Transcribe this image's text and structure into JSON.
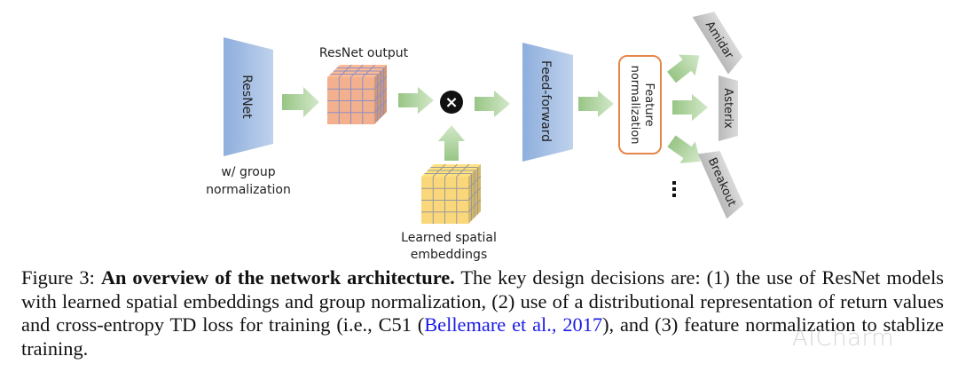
{
  "diagram": {
    "resnet_block": {
      "label": "ResNet",
      "sublabel_line1": "w/ group",
      "sublabel_line2": "normalization"
    },
    "resnet_output": {
      "label": "ResNet output"
    },
    "multiply_op": {
      "symbol": "×"
    },
    "spatial_embeddings": {
      "label_line1": "Learned spatial",
      "label_line2": "embeddings"
    },
    "feedforward_block": {
      "label": "Feed-forward"
    },
    "feature_norm": {
      "label_line1": "Feature",
      "label_line2": "normalization"
    },
    "heads": [
      {
        "label": "Amidar"
      },
      {
        "label": "Asterix"
      },
      {
        "label": "Breakout"
      }
    ],
    "ellipsis": "⋮",
    "colors": {
      "block_blue_dark": "#8fb0dd",
      "block_blue_light": "#bcd0ec",
      "arrow_green_dark": "#9dc78a",
      "arrow_green_light": "#cfe5c4",
      "cube_orange": "#f2b08e",
      "cube_yellow": "#f9d77a",
      "norm_border": "#e6874a",
      "head_gray": "#c8c8c8",
      "cite_blue": "#1a1ae6"
    }
  },
  "caption": {
    "prefix": "Figure 3: ",
    "title": "An overview of the network architecture.",
    "body_part1": " The key design decisions are: (1) the use of ResNet models with learned spatial embeddings and group normalization, (2) use of a distributional representation of return values and cross-entropy TD loss for training (i.e., C51 (",
    "citation_authors": "Bellemare et al.",
    "citation_sep": ", ",
    "citation_year": "2017",
    "body_part2": "), and (3) feature normalization to stablize training."
  },
  "watermark": "AICharm"
}
